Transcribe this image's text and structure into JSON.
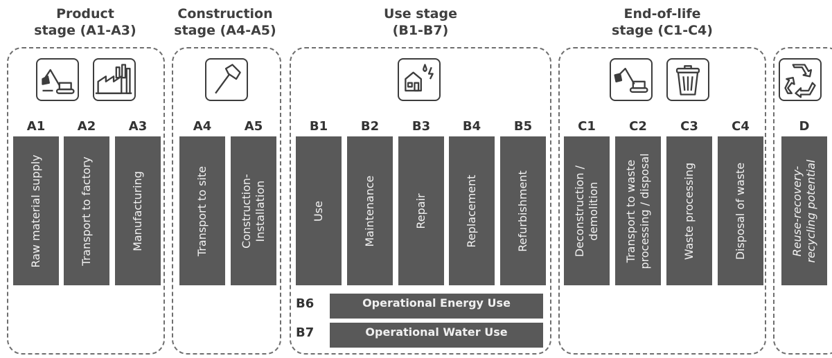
{
  "stages": {
    "product": {
      "title_line1": "Product",
      "title_line2": "stage (A1-A3)"
    },
    "construction": {
      "title_line1": "Construction",
      "title_line2": "stage (A4-A5)"
    },
    "use": {
      "title_line1": "Use stage",
      "title_line2": "(B1-B7)"
    },
    "end_of_life": {
      "title_line1": "End-of-life",
      "title_line2": "stage (C1-C4)"
    }
  },
  "modules": {
    "A1": {
      "code": "A1",
      "label": "Raw material supply"
    },
    "A2": {
      "code": "A2",
      "label": "Transport to factory"
    },
    "A3": {
      "code": "A3",
      "label": "Manufacturing"
    },
    "A4": {
      "code": "A4",
      "label": "Transport to site"
    },
    "A5": {
      "code": "A5",
      "label_line1": "Construction-",
      "label_line2": "Installation"
    },
    "B1": {
      "code": "B1",
      "label": "Use"
    },
    "B2": {
      "code": "B2",
      "label": "Maintenance"
    },
    "B3": {
      "code": "B3",
      "label": "Repair"
    },
    "B4": {
      "code": "B4",
      "label": "Replacement"
    },
    "B5": {
      "code": "B5",
      "label": "Refurbishment"
    },
    "B6": {
      "code": "B6",
      "label": "Operational Energy Use"
    },
    "B7": {
      "code": "B7",
      "label": "Operational Water Use"
    },
    "C1": {
      "code": "C1",
      "label_line1": "Deconstruction /",
      "label_line2": "demolition"
    },
    "C2": {
      "code": "C2",
      "label_line1": "Transport to waste",
      "label_line2": "processing / disposal"
    },
    "C3": {
      "code": "C3",
      "label": "Waste processing"
    },
    "C4": {
      "code": "C4",
      "label": "Disposal of waste"
    },
    "D": {
      "code": "D",
      "label_line1": "Reuse-recovery-",
      "label_line2": "recycling potential"
    }
  },
  "icons": [
    "excavator-icon",
    "factory-icon",
    "hammer-icon",
    "house-weather-icon",
    "demolition-excavator-icon",
    "trash-can-icon",
    "recycle-icon"
  ]
}
